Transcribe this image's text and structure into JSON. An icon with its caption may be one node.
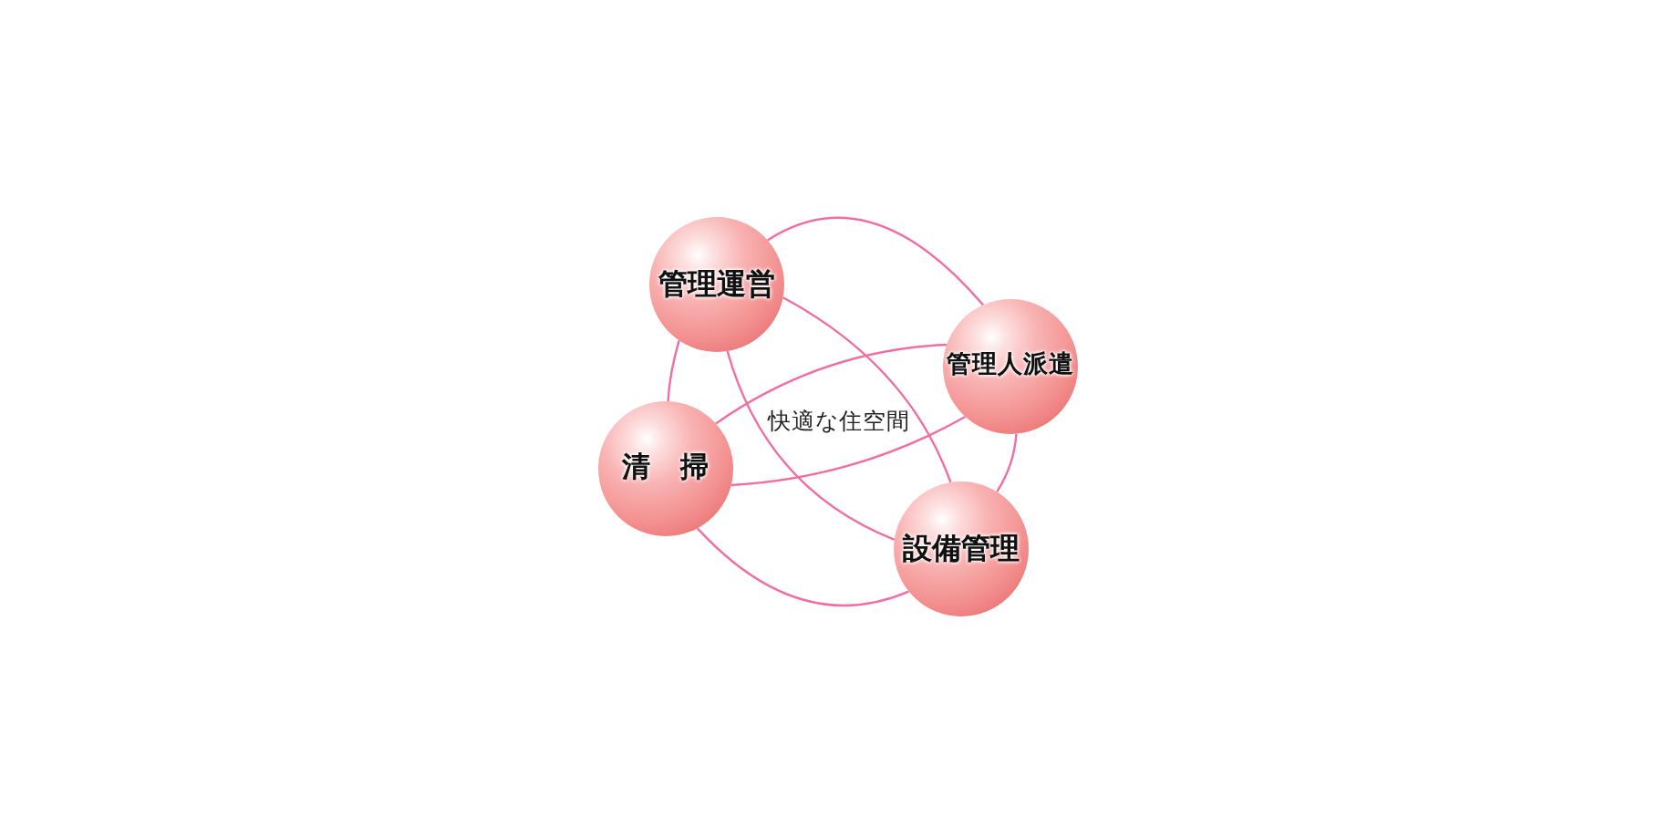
{
  "diagram": {
    "nodes": [
      {
        "text": [
          "管理運営"
        ]
      },
      {
        "text": [
          "管理人派遣"
        ]
      },
      {
        "text": [
          "清　掃"
        ]
      },
      {
        "text": [
          "設備管理"
        ]
      }
    ],
    "edges": [
      {
        "from": 0,
        "to": 1,
        "arrow": "none"
      },
      {
        "from": 0,
        "to": 2,
        "arrow": "none"
      },
      {
        "from": 0,
        "to": 3,
        "arrow": "none"
      },
      {
        "from": 0,
        "to": 3,
        "arrow": "none"
      },
      {
        "from": 2,
        "to": 1,
        "arrow": "none"
      },
      {
        "from": 2,
        "to": 1,
        "arrow": "none"
      },
      {
        "from": 1,
        "to": 3,
        "arrow": "none"
      },
      {
        "from": 2,
        "to": 3,
        "arrow": "none"
      }
    ],
    "labels": [
      "快適な住空間"
    ]
  }
}
